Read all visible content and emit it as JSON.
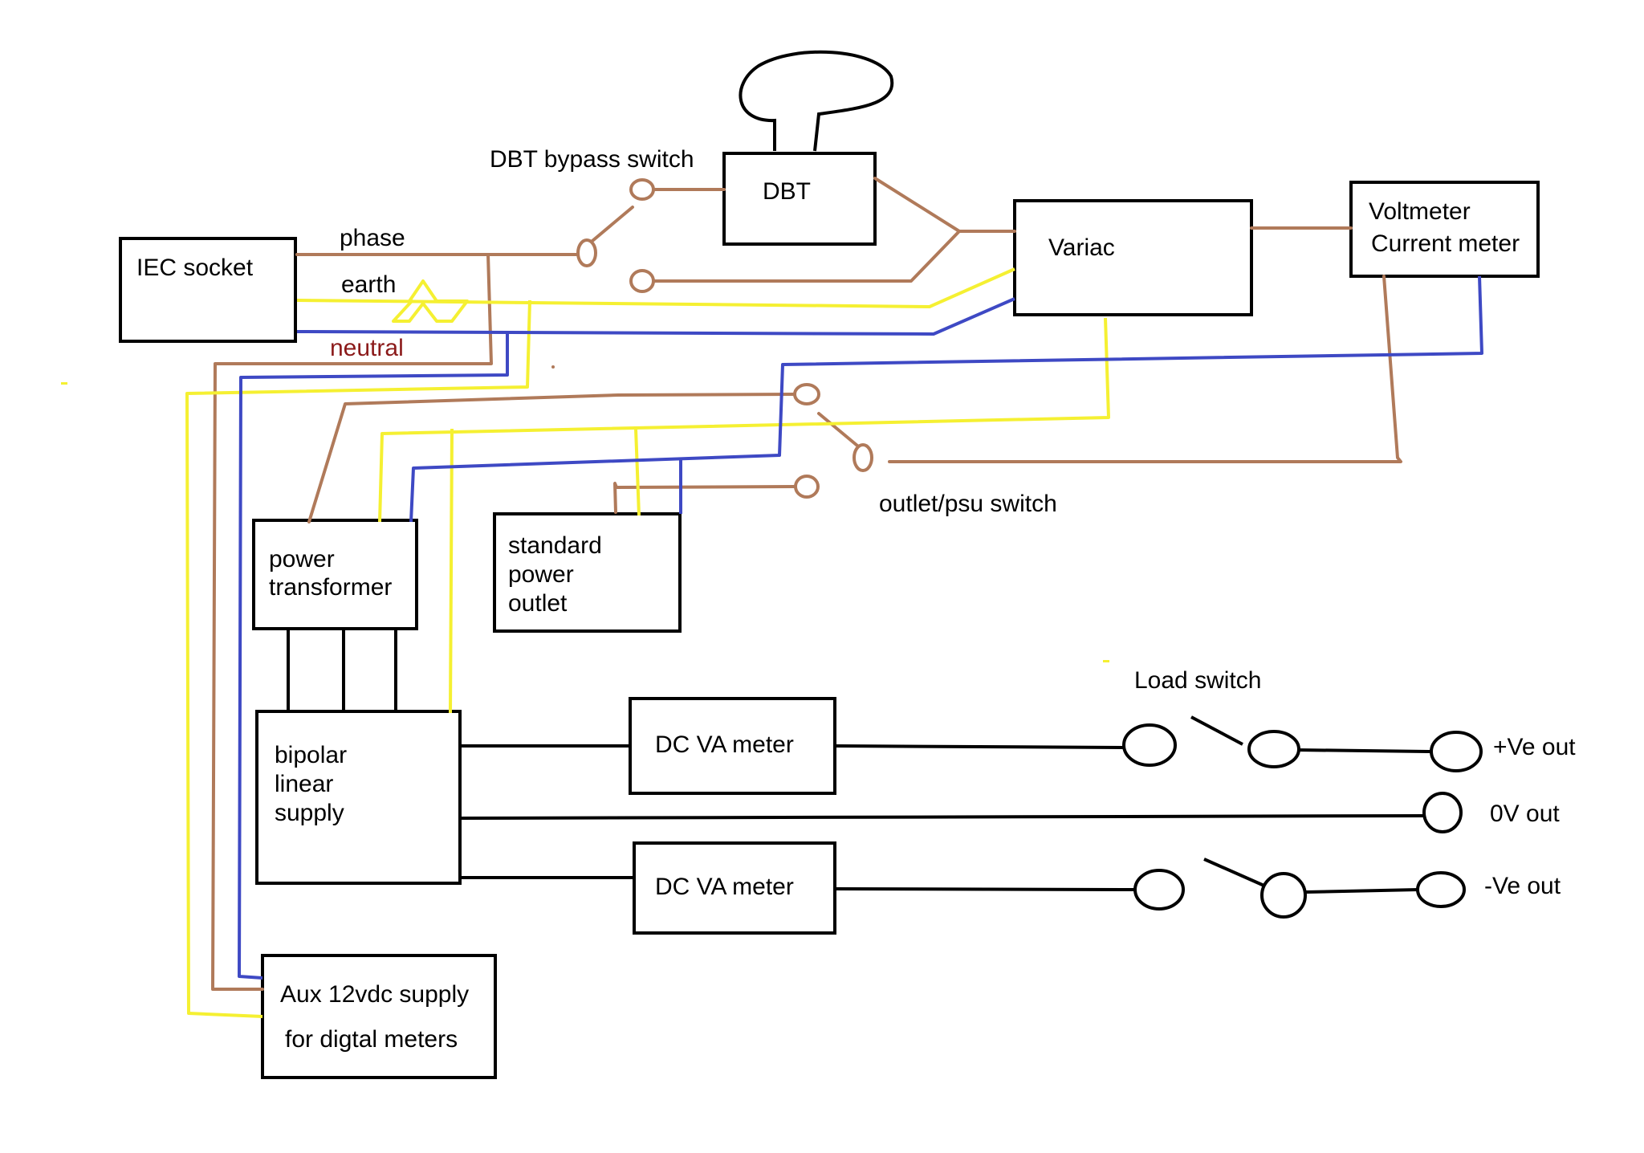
{
  "colors": {
    "phase_wire": "#b07a5a",
    "earth_wire": "#f5f032",
    "neutral_wire": "#3e49c4",
    "neutral_label": "#8b1a1a",
    "dc_wire": "#000000"
  },
  "blocks": {
    "iec_socket": "IEC socket",
    "dbt": "DBT",
    "variac": "Variac",
    "meter_line1": "Voltmeter",
    "meter_line2": "Current meter",
    "power_transformer_line1": "power",
    "power_transformer_line2": "transformer",
    "outlet_line1": "standard",
    "outlet_line2": "power",
    "outlet_line3": "outlet",
    "bipolar_line1": "bipolar",
    "bipolar_line2": "linear",
    "bipolar_line3": "supply",
    "dc_meter_top": "DC VA meter",
    "dc_meter_bottom": "DC VA meter",
    "aux_line1": "Aux 12vdc supply",
    "aux_line2": "for digtal meters"
  },
  "labels": {
    "dbt_bypass_switch": "DBT bypass switch",
    "phase": "phase",
    "earth": "earth",
    "neutral": "neutral",
    "outlet_psu_switch": "outlet/psu switch",
    "load_switch": "Load switch",
    "pos_out": "+Ve out",
    "zero_out": "0V out",
    "neg_out": "-Ve out"
  }
}
